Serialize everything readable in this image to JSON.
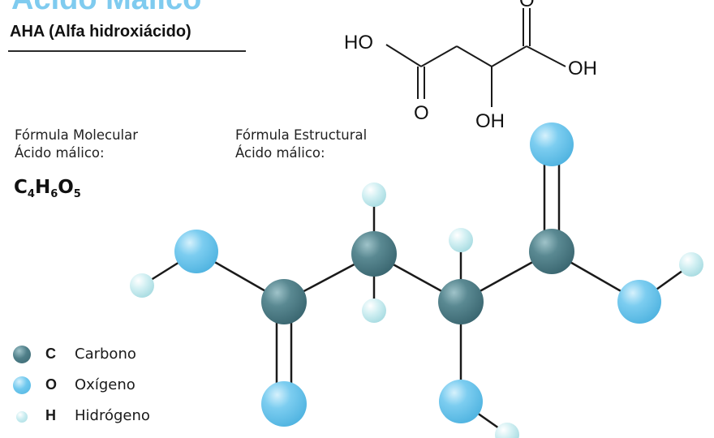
{
  "header": {
    "title": "Ácido Málico",
    "subtitle": "AHA (Alfa hidroxiácido)"
  },
  "labels": {
    "molecular_line1": "Fórmula Molecular",
    "molecular_line2": "Ácido málico:",
    "structural_line1": "Fórmula Estructural",
    "structural_line2": "Ácido málico:"
  },
  "formula": {
    "c": "C",
    "c_n": "4",
    "h": "H",
    "h_n": "6",
    "o": "O",
    "o_n": "5"
  },
  "skeletal": {
    "ho_left": "HO",
    "oh_right": "OH",
    "o_top": "O",
    "o_bottom": "O",
    "oh_bottom": "OH"
  },
  "legend": [
    {
      "symbol": "C",
      "name": "Carbono",
      "color": "#4f7f89"
    },
    {
      "symbol": "O",
      "name": "Oxígeno",
      "color": "#6fc8ee"
    },
    {
      "symbol": "H",
      "name": "Hidrógeno",
      "color": "#c9ecf0"
    }
  ],
  "colors": {
    "carbon": "#4f7f89",
    "oxygen": "#6fc8ee",
    "hydrogen": "#c9ecf0",
    "title": "#7fcbef"
  }
}
